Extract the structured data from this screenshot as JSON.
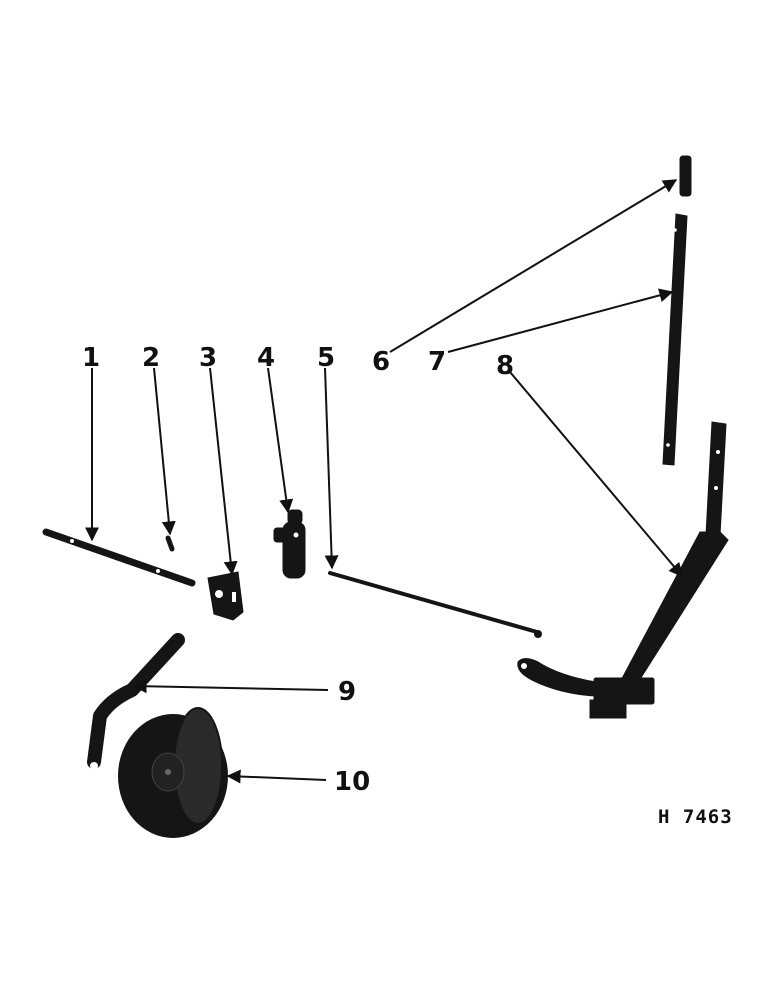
{
  "diagram": {
    "callouts": [
      "1",
      "2",
      "3",
      "4",
      "5",
      "6",
      "7",
      "8",
      "9",
      "10"
    ],
    "figure_id": "H 7463"
  }
}
